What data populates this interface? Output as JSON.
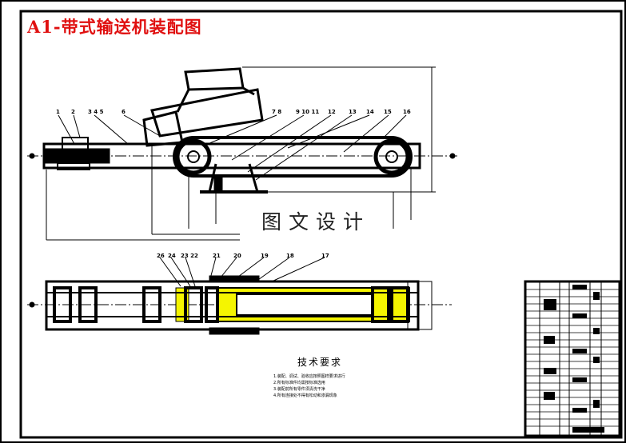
{
  "drawing": {
    "title": "A1-带式输送机装配图",
    "watermark": "图文设计",
    "callouts_front": [
      "1",
      "2",
      "3 4 5",
      "6",
      "7 8",
      "9 10 11",
      "12",
      "13",
      "14",
      "15",
      "16"
    ],
    "callouts_top": [
      "26",
      "24",
      "23 22",
      "21",
      "20",
      "19",
      "18",
      "17"
    ],
    "tech_requirements": {
      "heading": "技术要求",
      "items": [
        "1.装配、调试、验收应按照图样要求进行",
        "2.所有标准件均需按标准选用",
        "3.装配前所有零件须清洗干净",
        "4.所有连接处不得有松动和渗漏现象"
      ]
    },
    "colors": {
      "title": "#e01010",
      "highlight": "#f5f500",
      "line": "#000000"
    }
  }
}
